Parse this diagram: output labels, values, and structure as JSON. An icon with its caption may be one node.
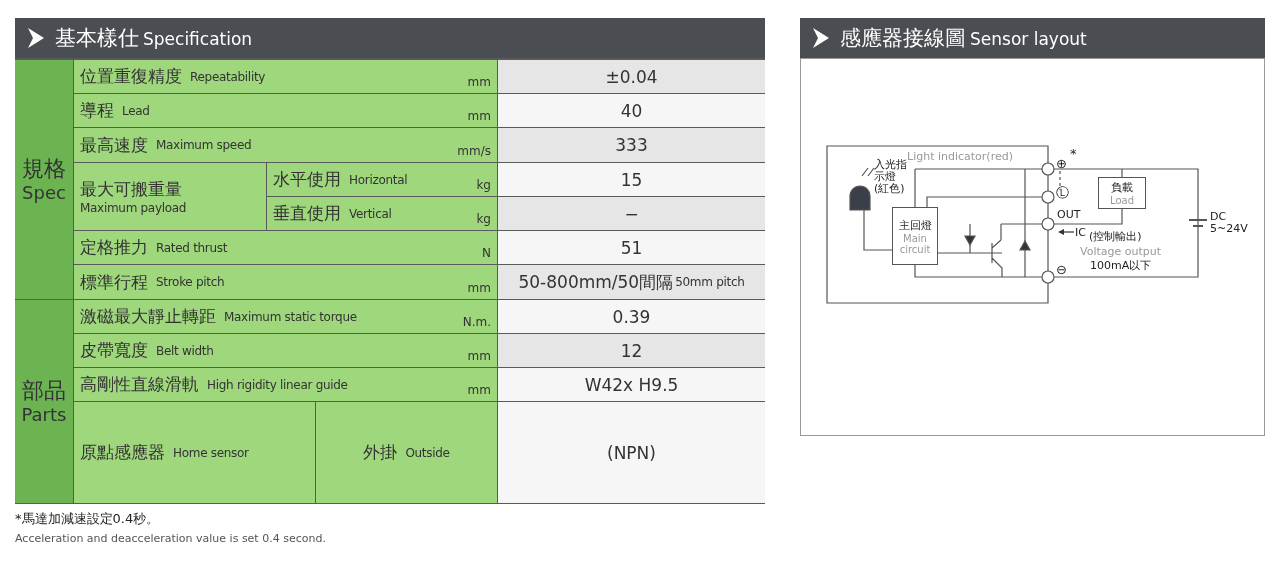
{
  "diagram": {
    "nodes": [
      {
        "text": [
          "主回燈",
          "Main circuit"
        ]
      },
      {
        "text": [
          "負載",
          "Load"
        ]
      }
    ],
    "labels": [
      "基本樣仕",
      "Specification",
      "感應器接線圖",
      "Sensor layout",
      "規格",
      "Spec",
      "位置重復精度",
      "Repeatability",
      "mm",
      "±0.04",
      "導程",
      "Lead",
      "mm",
      "40",
      "最高速度",
      "Maximum speed",
      "mm/s",
      "333",
      "最大可搬重量",
      "Maximum payload",
      "水平使用",
      "Horizontal",
      "kg",
      "15",
      "垂直使用",
      "Vertical",
      "kg",
      "−",
      "定格推力",
      "Rated thrust",
      "N",
      "51",
      "標準行程",
      "Stroke pitch",
      "mm",
      "50-800mm/50間隔",
      "50mm pitch",
      "部品",
      "Parts",
      "激磁最大靜止轉距",
      "Maximum static torque",
      "N.m.",
      "0.39",
      "皮帶寬度",
      "Belt width",
      "mm",
      "12",
      "高剛性直線滑軌",
      "High rigidity linear guide",
      "mm",
      "W42x H9.5",
      "原點感應器",
      "Home sensor",
      "外掛",
      "Outside",
      "(NPN)",
      "*馬達加減速設定0.4秒。",
      "Acceleration and deacceleration value is set 0.4 second.",
      "Light indicator(red)",
      "入光指示燈(紅色)",
      "⊕",
      "*",
      "Ⓛ",
      "OUT",
      "⊖",
      "IC",
      "(控制輸出)",
      "Voltage output",
      "100mA以下",
      "DC 5~24V"
    ]
  }
}
